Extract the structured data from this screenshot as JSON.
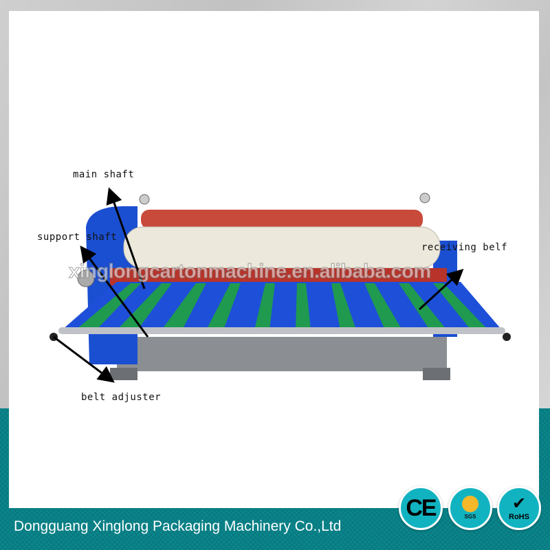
{
  "labels": {
    "main_shaft": "main shaft",
    "support_shaft": "support shaft",
    "receiving_belt": "receiving belf",
    "belt_adjuster": "belt adjuster"
  },
  "watermark": "xinglongcartonmachine.en.alibaba.com",
  "company": "Dongguang Xinglong Packaging Machinery Co.,Ltd",
  "certifications": [
    {
      "name": "CE",
      "text": "CE"
    },
    {
      "name": "SGS",
      "text": "SGS"
    },
    {
      "name": "RoHS",
      "text": "RoHS"
    }
  ],
  "colors": {
    "teal": "#0a868c",
    "badge": "#12b3c1",
    "belt": "#1f9a4f",
    "frame": "#1b4fd1",
    "roller": "#c84a3a"
  }
}
